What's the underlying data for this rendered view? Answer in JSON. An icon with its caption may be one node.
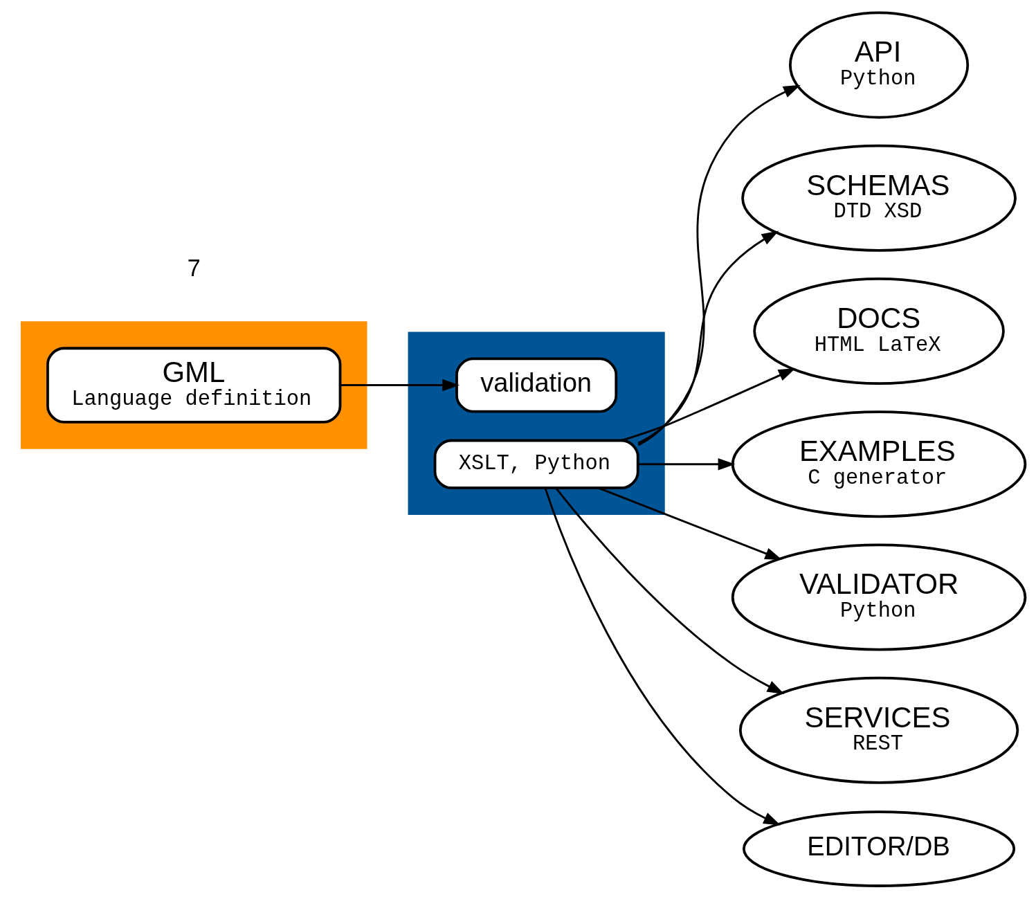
{
  "diagram": {
    "nodes": [
      {
        "text": [],
        "shape": "box"
      },
      {
        "text": [
          "GML",
          "Language definition"
        ],
        "in": 0
      },
      {
        "text": [],
        "shape": "box"
      },
      {
        "text": [
          "validation"
        ],
        "in": 2
      },
      {
        "text": [
          "XSLT, Python"
        ],
        "in": 2
      },
      {
        "text": [
          "API",
          "Python"
        ]
      },
      {
        "text": [
          "SCHEMAS",
          "DTD XSD"
        ]
      },
      {
        "text": [
          "DOCS",
          "HTML LaTeX"
        ]
      },
      {
        "text": [
          "EXAMPLES",
          "C generator"
        ]
      },
      {
        "text": [
          "VALIDATOR",
          "Python"
        ]
      },
      {
        "text": [
          "SERVICES",
          "REST"
        ]
      },
      {
        "text": [
          "EDITOR/DB"
        ]
      }
    ],
    "edges": [
      {
        "from": 1,
        "to": 3,
        "arrow": "to"
      },
      {
        "from": 4,
        "to": 5,
        "arrow": "to"
      },
      {
        "from": 4,
        "to": 6,
        "arrow": "to"
      },
      {
        "from": 4,
        "to": 7,
        "arrow": "to"
      },
      {
        "from": 4,
        "to": 8,
        "arrow": "to"
      },
      {
        "from": 4,
        "to": 9,
        "arrow": "to"
      },
      {
        "from": 4,
        "to": 10,
        "arrow": "to"
      },
      {
        "from": 4,
        "to": 11,
        "arrow": "to"
      }
    ],
    "labels": [
      "7"
    ]
  }
}
